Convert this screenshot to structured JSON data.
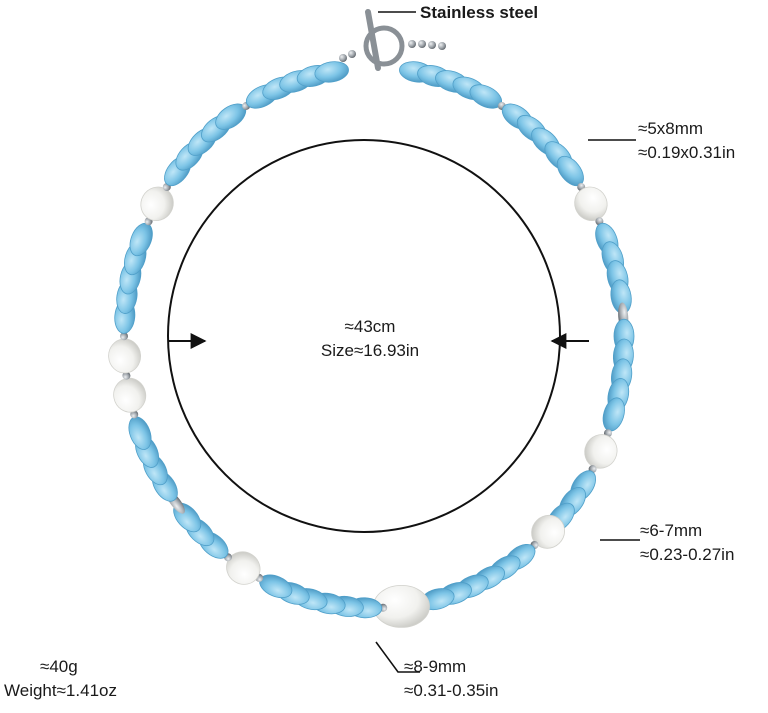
{
  "product": {
    "clasp_label": "Stainless steel",
    "size": {
      "line1": "≈43cm",
      "line2": "Size≈16.93in"
    },
    "bead_small": {
      "line1": "≈5x8mm",
      "line2": "≈0.19x0.31in"
    },
    "bead_pearl_side": {
      "line1": "≈6-7mm",
      "line2": "≈0.23-0.27in"
    },
    "bead_pearl_center": {
      "line1": "≈8-9mm",
      "line2": "≈0.31-0.35in"
    },
    "weight": {
      "line1": "≈40g",
      "line2": "Weight≈1.41oz"
    }
  },
  "colors": {
    "turquoise": "#7cc4e6",
    "turquoise_dark": "#4f9fc9",
    "pearl": "#f4f4f2",
    "steel": "#9ea4aa",
    "line": "#111111"
  }
}
